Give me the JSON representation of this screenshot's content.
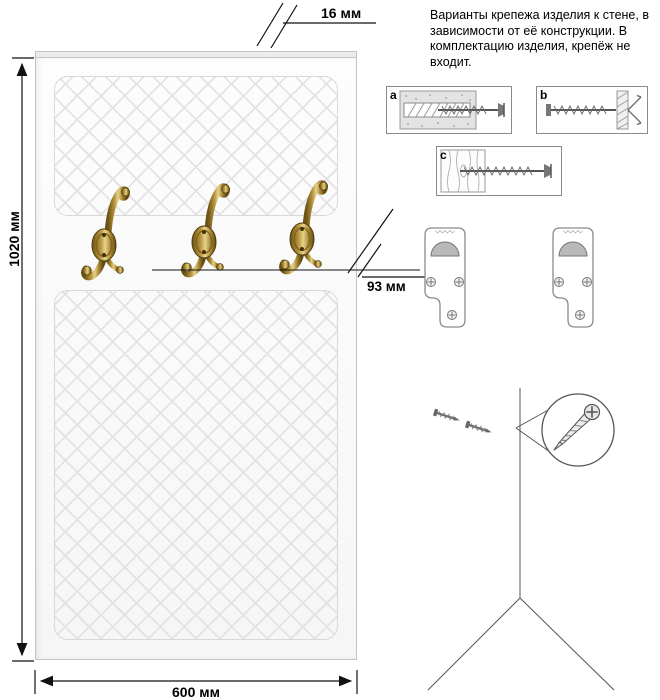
{
  "sheet": {
    "note_text": "Варианты крепежа изделия к стене, в зависимости от её конструкции. В комплектацию изделия, крепёж не входит.",
    "dimensions": {
      "height": "1020 мм",
      "width": "600 мм",
      "thickness": "16 мм",
      "hook_line_offset": "93 мм"
    },
    "fastener_variants": {
      "a": "a",
      "b": "b",
      "c": "c"
    },
    "colors": {
      "brass": "#b6943c",
      "panel_outline": "#c4c4c4",
      "pattern_line": "#e3e3e3",
      "dimension_line": "#111111",
      "diagram_outline": "#8a8a8a",
      "keyhole_fill": "#b9b9b9"
    }
  }
}
